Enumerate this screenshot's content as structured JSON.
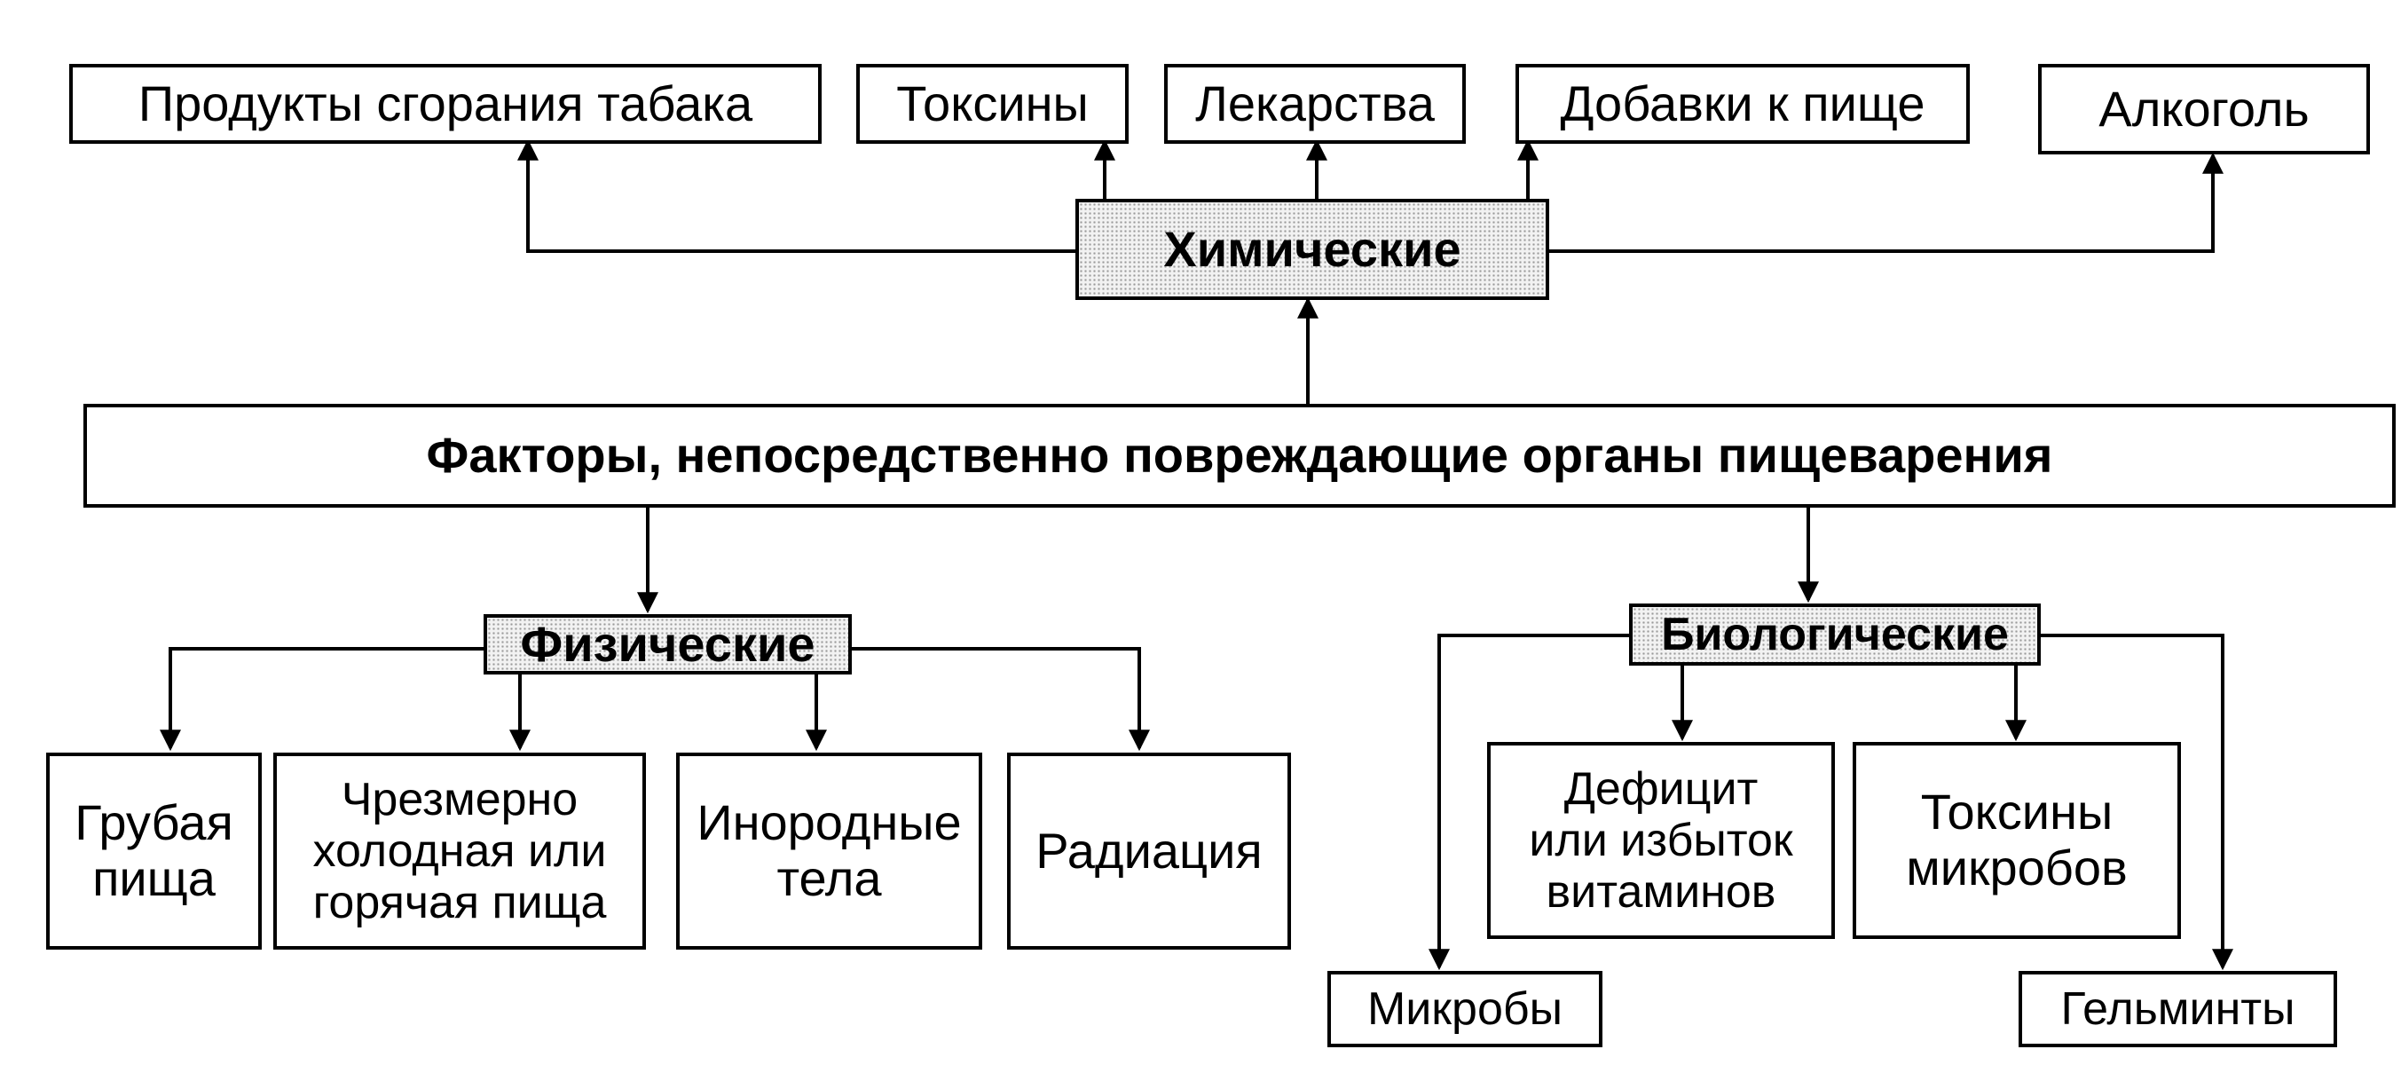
{
  "root": {
    "label": "Факторы, непосредственно повреждающие органы пищеварения"
  },
  "chemical": {
    "label": "Химические",
    "items": [
      "Продукты сгорания табака",
      "Токсины",
      "Лекарства",
      "Добавки к пище",
      "Алкоголь"
    ]
  },
  "physical": {
    "label": "Физические",
    "items": [
      "Грубая\nпища",
      "Чрезмерно\nхолодная или\nгорячая пища",
      "Инородные\nтела",
      "Радиация"
    ]
  },
  "biological": {
    "label": "Биологические",
    "items": [
      "Дефицит\nили избыток\nвитаминов",
      "Токсины\nмикробов",
      "Микробы",
      "Гельминты"
    ]
  },
  "colors": {
    "line": "#000000",
    "box_fill": "#ffffff",
    "shade": "#9a9a9a"
  }
}
